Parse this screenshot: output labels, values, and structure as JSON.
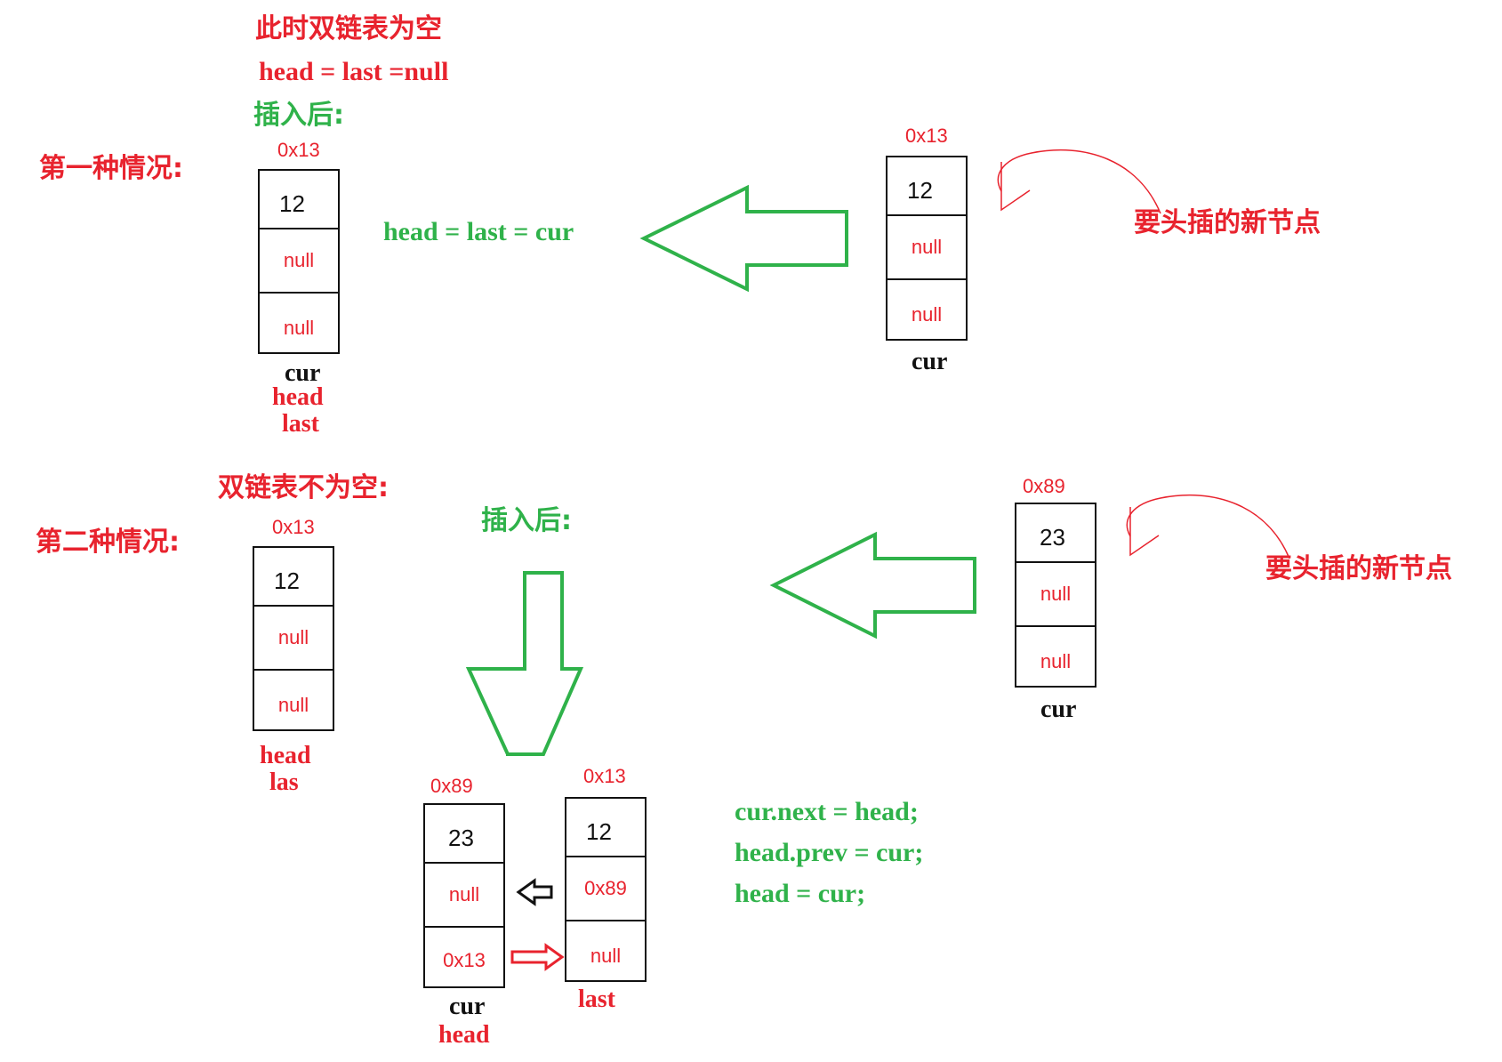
{
  "case1": {
    "heading": "第一种情况:",
    "state": "此时双链表为空",
    "init": "head = last =null",
    "after": "插入后:",
    "result_node": {
      "addr": "0x13",
      "val": "12",
      "prev": "null",
      "next": "null"
    },
    "result_labels": {
      "cur": "cur",
      "head": "head",
      "last": "last"
    },
    "assign": "head = last = cur",
    "new_node": {
      "addr": "0x13",
      "val": "12",
      "prev": "null",
      "next": "null"
    },
    "new_label": "cur",
    "new_note": "要头插的新节点"
  },
  "case2": {
    "heading": "第二种情况:",
    "state": "双链表不为空:",
    "after": "插入后:",
    "exist_node": {
      "addr": "0x13",
      "val": "12",
      "prev": "null",
      "next": "null"
    },
    "exist_labels": {
      "head": "head",
      "last": "las"
    },
    "new_node": {
      "addr": "0x89",
      "val": "23",
      "prev": "null",
      "next": "null"
    },
    "new_label": "cur",
    "new_note": "要头插的新节点",
    "res_cur_node": {
      "addr": "0x89",
      "val": "23",
      "prev": "null",
      "next": "0x13"
    },
    "res_cur_labels": {
      "cur": "cur",
      "head": "head"
    },
    "res_old_node": {
      "addr": "0x13",
      "val": "12",
      "prev": "0x89",
      "next": "null"
    },
    "res_old_label": "last",
    "code": [
      "cur.next = head;",
      "head.prev = cur;",
      "head = cur;"
    ]
  },
  "colors": {
    "red": "#e8232e",
    "green": "#2fb24a",
    "black": "#111111"
  }
}
